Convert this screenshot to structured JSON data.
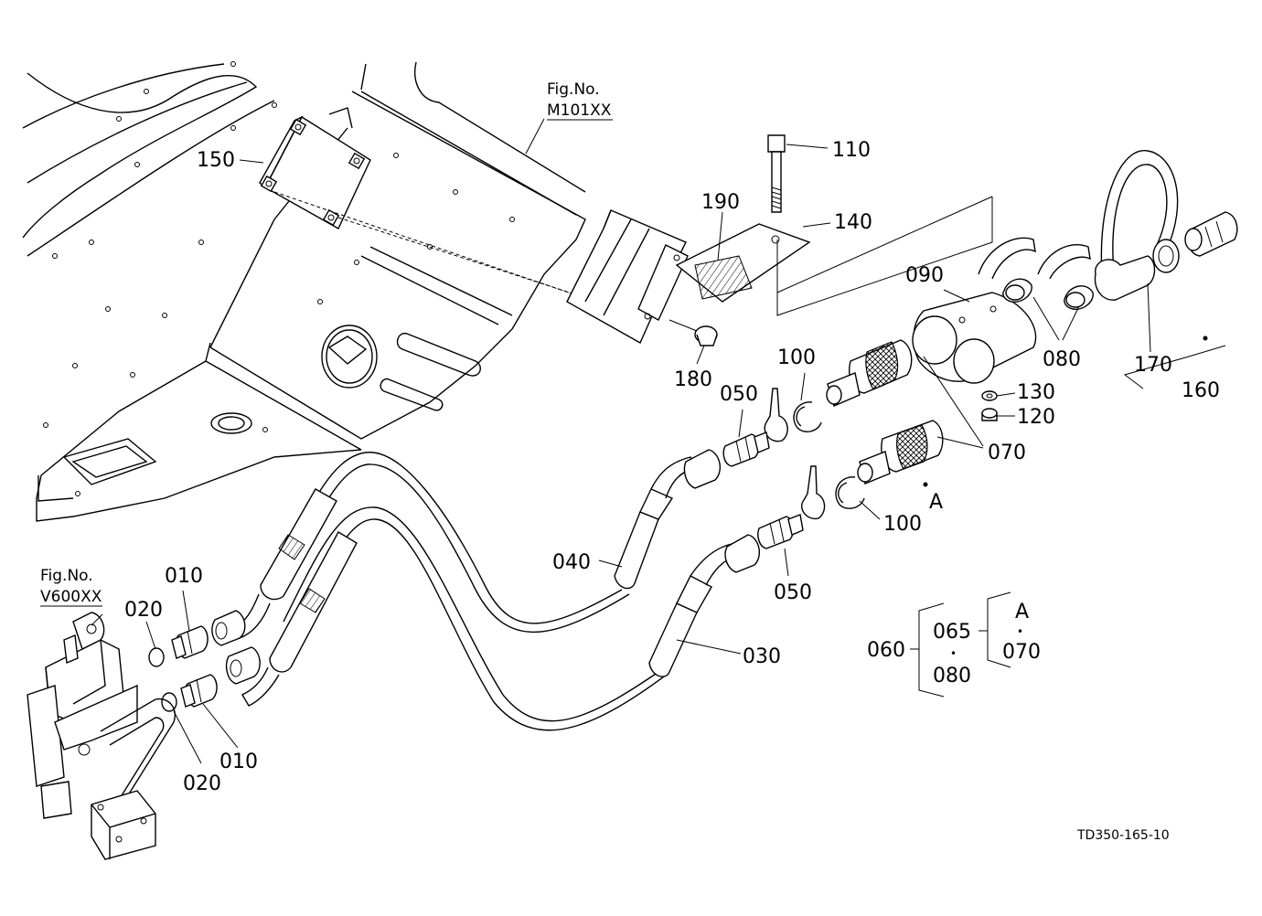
{
  "figure_refs": [
    {
      "id": "fig-m101",
      "prefix": "Fig.No.",
      "code": "M101XX"
    },
    {
      "id": "fig-v600",
      "prefix": "Fig.No.",
      "code": "V600XX"
    }
  ],
  "parts": {
    "p010a": "010",
    "p010b": "010",
    "p020a": "020",
    "p020b": "020",
    "p030": "030",
    "p040": "040",
    "p050a": "050",
    "p050b": "050",
    "p060": "060",
    "p065": "065",
    "p070": "070",
    "p070b": "070",
    "p080": "080",
    "p080b": "080",
    "p090": "090",
    "p100a": "100",
    "p100b": "100",
    "p110": "110",
    "p120": "120",
    "p130": "130",
    "p140": "140",
    "p150": "150",
    "p160": "160",
    "p170": "170",
    "p180": "180",
    "p190": "190"
  },
  "callouts": {
    "a_marker": "A",
    "a_group": "A",
    "dot": "•"
  },
  "drawing_code": "TD350-165-10"
}
